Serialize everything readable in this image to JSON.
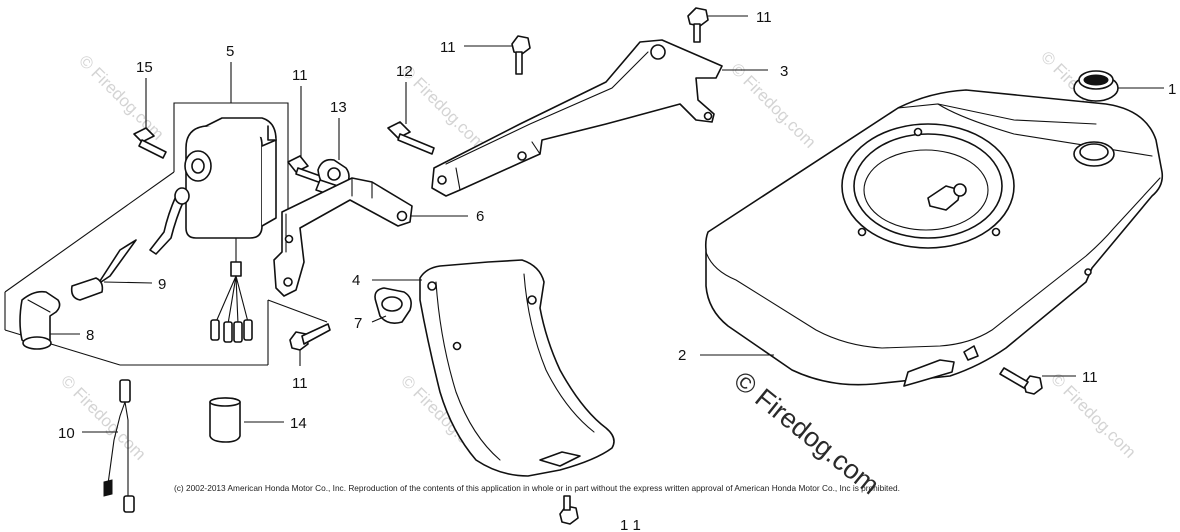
{
  "callouts": {
    "c1": "1",
    "c2": "2",
    "c3": "3",
    "c4": "4",
    "c5": "5",
    "c6": "6",
    "c7": "7",
    "c8": "8",
    "c9": "9",
    "c10": "10",
    "c11_a": "11",
    "c11_b": "11",
    "c11_c": "11",
    "c11_d": "11",
    "c11_e": "11",
    "c12": "12",
    "c13": "13",
    "c14": "14",
    "c15": "15",
    "c_bottom": "1 1"
  },
  "watermark": {
    "main": "© Firedog.com",
    "faint": "© Firedog.com"
  },
  "copyright": "(c) 2002-2013 American Honda Motor Co., Inc. Reproduction of the contents of this application in whole or in part without the express written approval of American Honda Motor Co., Inc is prohibited."
}
